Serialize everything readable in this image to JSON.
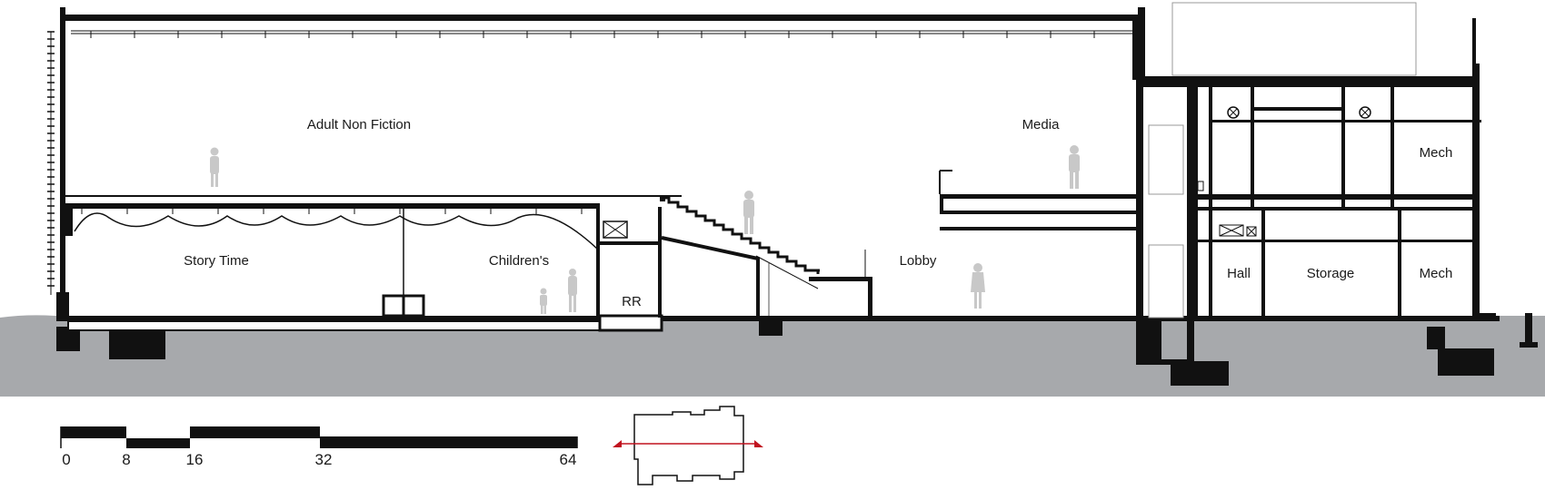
{
  "section": {
    "rooms": {
      "adult_non_fiction": "Adult Non Fiction",
      "media": "Media",
      "story_time": "Story Time",
      "childrens": "Children's",
      "rr": "RR",
      "lobby": "Lobby",
      "hall": "Hall",
      "storage": "Storage",
      "mech_upper": "Mech",
      "mech_lower": "Mech"
    },
    "colors": {
      "ground": "#a7a9ac",
      "structure": "#111111",
      "figures": "#c8c8c8",
      "section_cut_marker": "#c1121f"
    }
  },
  "scale_bar": {
    "labels": [
      "0",
      "8",
      "16",
      "32",
      "64"
    ]
  },
  "key_plan": {
    "icon": "key-plan-outline"
  }
}
